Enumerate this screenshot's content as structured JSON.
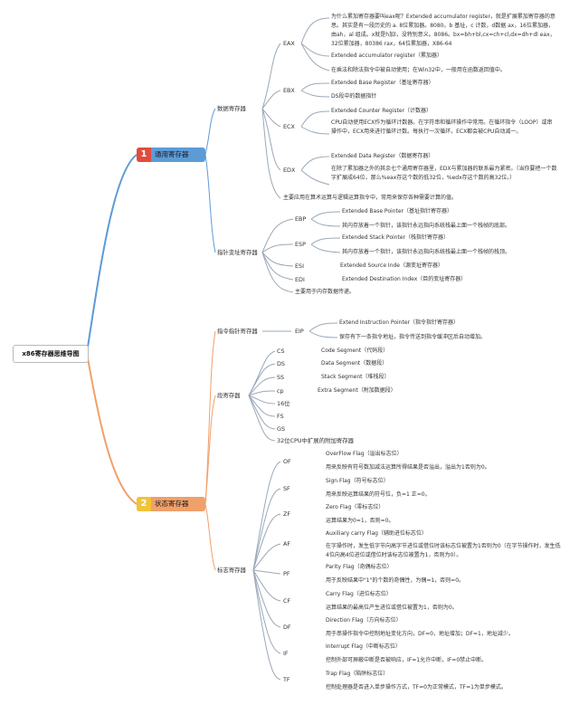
{
  "root": "x86寄存器思维导图",
  "branch1": {
    "num": "1",
    "label": "通用寄存器",
    "data_regs": {
      "label": "数据寄存器",
      "eax": {
        "name": "EAX",
        "items": [
          "为什么累加寄存器要叫eax呢？Extended accumulator register，就是扩展累加寄存器的意思。其实是有一段历史的 a. 8位累加器。8080。b 基址，c 计数，d数据 ax，16位累加器，由ah，al 组成。x就是h加l，没特别意义。8086。bx=bh+bl,cx=ch+cl,dx=dh+dl eax，32位累加器，80386 rax，64位累加器，X86-64",
          "Extended accumulator register（累加器）",
          "在乘法和除法指令中被自动使用；在Win32中，一般用在函数返回值中。"
        ]
      },
      "ebx": {
        "name": "EBX",
        "items": [
          "Extended Base Register（基址寄存器）",
          "DS段中的数据指针"
        ]
      },
      "ecx": {
        "name": "ECX",
        "items": [
          "Extended Counter Register（计数器）",
          "CPU自动使用ECX作为循环计数器。在字符串和循环操作中常用。在循环指令（LOOP）或串操作中，ECX用来进行循环计数。每执行一次循环，ECX都会被CPU自动减一。"
        ]
      },
      "edx": {
        "name": "EDX",
        "items": [
          "Extended Data Register（数据寄存器）",
          "在除了累加器之外的其余七个通用寄存器里，EDX与累加器的联系最为紧密。（当你要把一个数字扩展成64位，那么%eax存这个数的低32位，%edx存这个数的高32位。）"
        ]
      }
    },
    "data_note": "主要应用在算术运算与逻辑运算指令中，常用来保存各种需要计算的值。",
    "ptr_regs": {
      "label": "指针变址寄存器",
      "ebp": {
        "name": "EBP",
        "items": [
          "Extended Base Pointer（基址指针寄存器）",
          "其内存放着一个指针，该指针永远指向系统栈最上面一个栈帧的底部。"
        ]
      },
      "esp": {
        "name": "ESP",
        "items": [
          "Extended Stack Pointer（栈指针寄存器）",
          "其内存放着一个指针，该指针永远指向系统栈最上面一个栈帧的栈顶。"
        ]
      },
      "esi": {
        "name": "ESI",
        "desc": "Extended Source Inde（源变址寄存器）"
      },
      "edi": {
        "name": "EDI",
        "desc": "Extended Destination Index（目的变址寄存器）"
      }
    },
    "ptr_note": "主要用于内存数据传递。"
  },
  "branch2": {
    "num": "2",
    "label": "状态寄存器",
    "ip": {
      "label": "指令指针寄存器",
      "eip": {
        "name": "EIP",
        "items": [
          "Extend Instruction Pointer（指令指针寄存器）",
          "保存有下一条指令地址，指令传送到指令缓冲区后自动增加。"
        ]
      }
    },
    "seg": {
      "label": "段寄存器",
      "items": [
        {
          "name": "CS",
          "desc": "Code Segment（代码段）"
        },
        {
          "name": "DS",
          "desc": "Data Segment（数据段）"
        },
        {
          "name": "SS",
          "desc": "Stack Segment（堆栈段）"
        },
        {
          "name": "cp",
          "desc": "Extra Segment（附加数据段）"
        },
        {
          "name": "16位",
          "desc": ""
        },
        {
          "name": "FS",
          "desc": ""
        },
        {
          "name": "GS",
          "desc": ""
        },
        {
          "name": "32位CPU中扩展的附加寄存器",
          "desc": ""
        }
      ]
    },
    "flags": {
      "label": "标志寄存器",
      "items": [
        {
          "name": "OF",
          "title": "OverFlow Flag（溢出标志位）",
          "desc": "用来反映有符号数加减法运算所得结果是否溢出，溢出为1否则为0。"
        },
        {
          "name": "SF",
          "title": "Sign Flag（符号标志位）",
          "desc": "用来反映运算结果的符号位，负=1 正=0。"
        },
        {
          "name": "ZF",
          "title": "Zero Flag（零标志位）",
          "desc": "运算结果为0=1，否则=0。"
        },
        {
          "name": "AF",
          "title": "Auxiliary carry Flag（辅助进位标志位）",
          "desc": "在字操作时，发生低字节向高字节进位或借位时该标志位被置为1否则为0（在字节操作时，发生低4位向高4位进位或借位时该标志位被置为1，否则为0）。"
        },
        {
          "name": "PF",
          "title": "Parity Flag（奇偶标志位）",
          "desc": "用于反映结果中\"1\"的个数的奇偶性，为偶=1，否则=0。"
        },
        {
          "name": "CF",
          "title": "Carry Flag（进位标志位）",
          "desc": "运算结果的最高位产生进位或借位被置为1，否则为0。"
        },
        {
          "name": "DF",
          "title": "Direction Flag（方向标志位）",
          "desc": "用于串操作指令中控制地址变化方向，DF=0，地址增加；DF=1，地址减少。"
        },
        {
          "name": "IF",
          "title": "Interrupt Flag（中断标志位）",
          "desc": "控制外部可屏蔽中断是否被响应，IF=1允许中断，IF=0禁止中断。"
        },
        {
          "name": "TF",
          "title": "Trap Flag（陷阱标志位）",
          "desc": "控制处理器是否进入单步操作方式，TF=0为正常模式，TF=1为单步模式。"
        }
      ]
    }
  },
  "colors": {
    "blue": "#5d9bd6",
    "orange": "#f0a06a",
    "red": "#e24b3c",
    "yellow": "#f0c43a",
    "line": "#9aa9b8"
  }
}
